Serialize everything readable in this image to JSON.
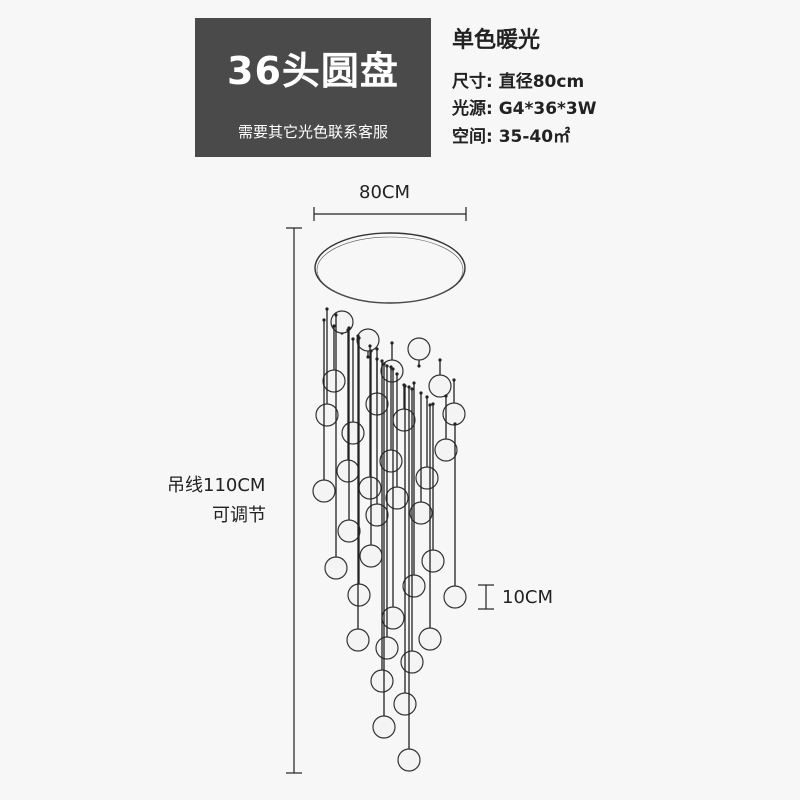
{
  "title": {
    "main": "36头圆盘",
    "sub": "需要其它光色联系客服"
  },
  "specs": {
    "heading": "单色暖光",
    "size": "尺寸: 直径80cm",
    "light_source": "光源: G4*36*3W",
    "space": "空间: 35-40㎡"
  },
  "dimensions": {
    "width_label": "80CM",
    "cable_label": "吊线110CM",
    "cable_note": "可调节",
    "ball_label": "10CM"
  },
  "colors": {
    "title_box": "#4a4a4a",
    "background": "#f7f7f7",
    "line": "#222222"
  }
}
